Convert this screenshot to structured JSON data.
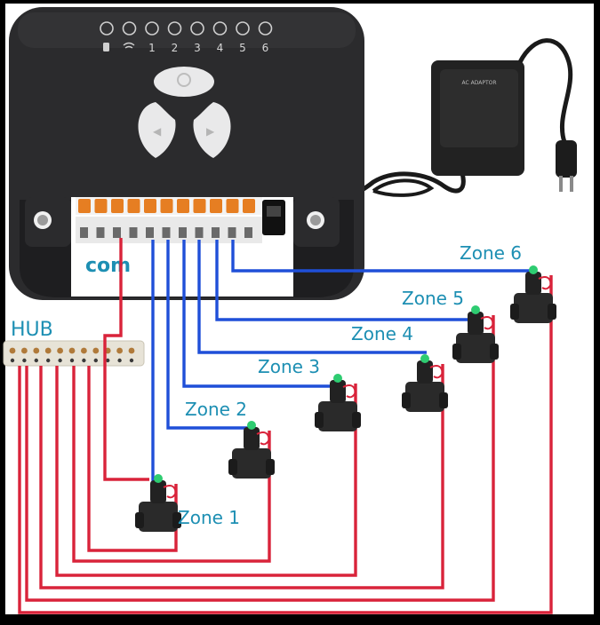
{
  "controller": {
    "indicators": [
      "1",
      "2",
      "3",
      "4",
      "5",
      "6"
    ],
    "com_label": "com"
  },
  "adapter": {
    "label": "AC ADAPTOR"
  },
  "hub": {
    "label": "HUB"
  },
  "zones": [
    {
      "label": "Zone 1"
    },
    {
      "label": "Zone 2"
    },
    {
      "label": "Zone 3"
    },
    {
      "label": "Zone 4"
    },
    {
      "label": "Zone 5"
    },
    {
      "label": "Zone 6"
    }
  ],
  "colors": {
    "background": "#ffffff",
    "controller_body": "#2b2b2d",
    "terminal_orange": "#e67e22",
    "signal_wire": "#1f4fd8",
    "common_wire": "#d9233a",
    "label_text": "#1d8fb3",
    "valve_body": "#2a2a2a"
  }
}
